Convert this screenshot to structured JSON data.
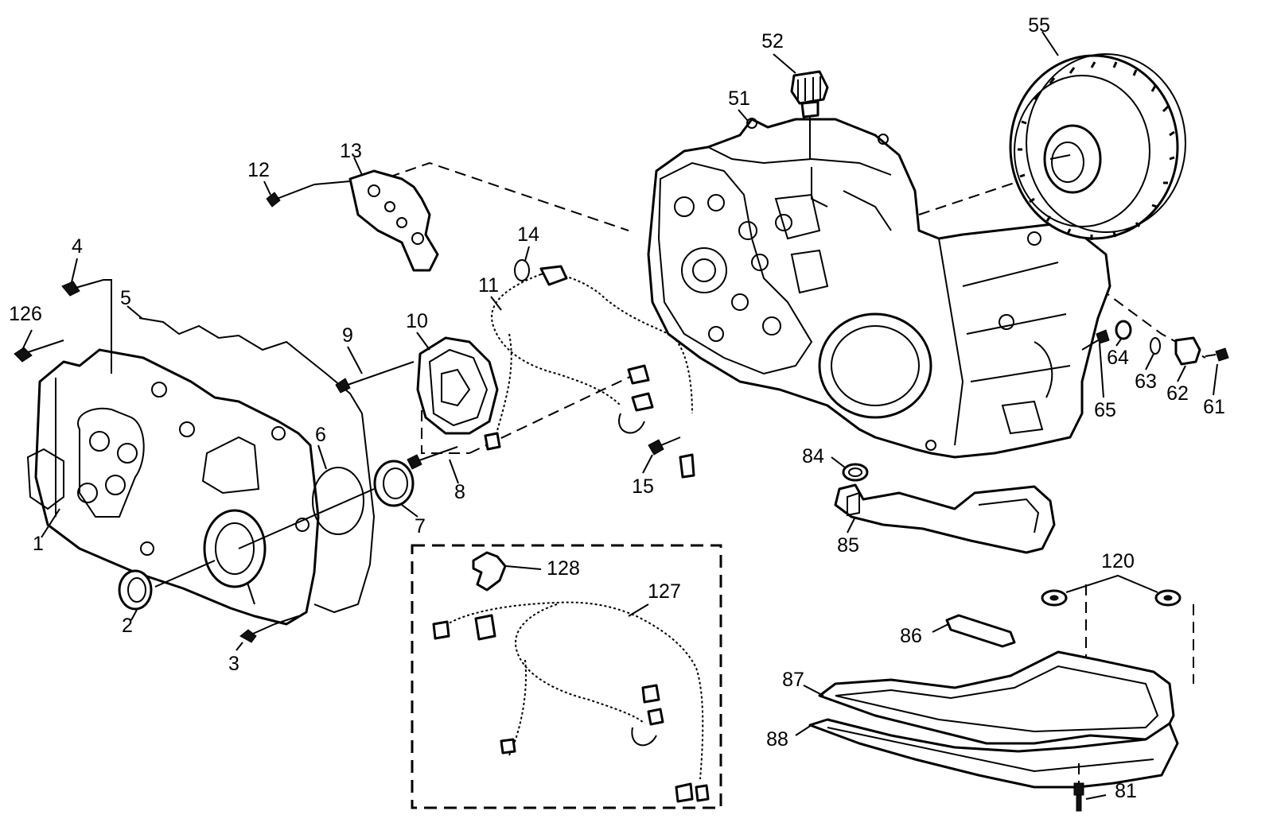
{
  "callouts": {
    "c1": "1",
    "c2": "2",
    "c3": "3",
    "c4": "4",
    "c5": "5",
    "c6": "6",
    "c7": "7",
    "c8": "8",
    "c9": "9",
    "c10": "10",
    "c11": "11",
    "c12": "12",
    "c13": "13",
    "c14": "14",
    "c15": "15",
    "c51": "51",
    "c52": "52",
    "c55": "55",
    "c61": "61",
    "c62": "62",
    "c63": "63",
    "c64": "64",
    "c65": "65",
    "c81": "81",
    "c84": "84",
    "c85": "85",
    "c86": "86",
    "c87": "87",
    "c88": "88",
    "c120": "120",
    "c126": "126",
    "c127": "127",
    "c128": "128"
  },
  "colors": {
    "line": "#000000",
    "background": "#ffffff"
  }
}
